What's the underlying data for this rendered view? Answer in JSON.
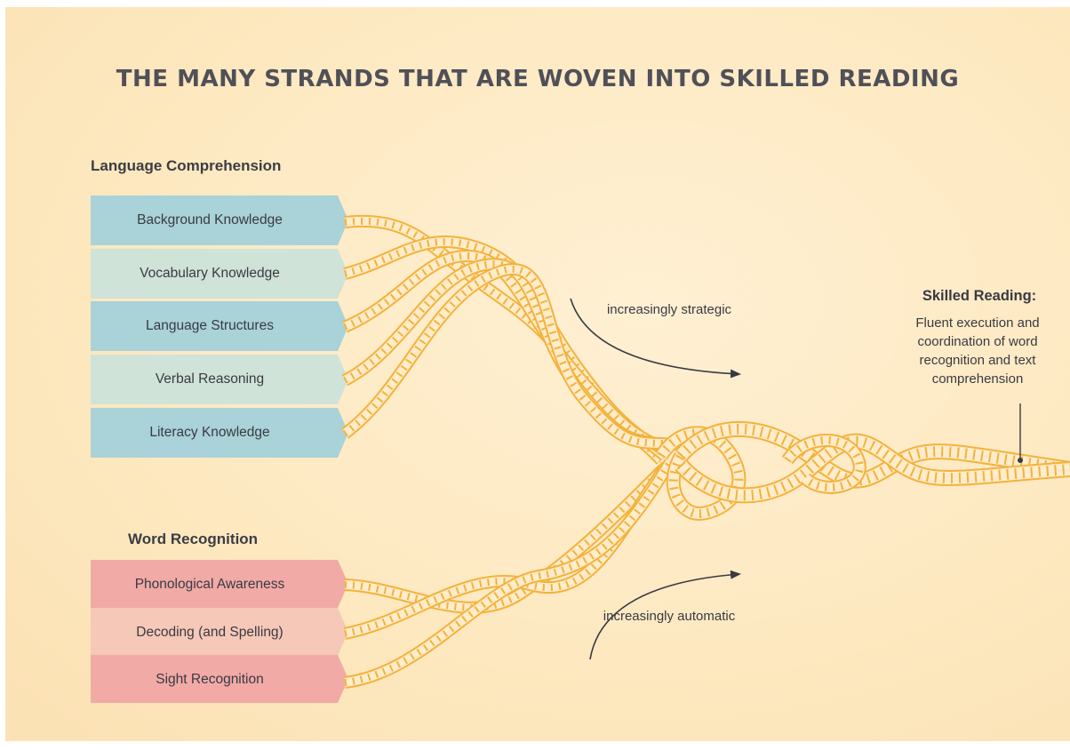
{
  "title": "THE MANY STRANDS THAT ARE WOVEN INTO SKILLED READING",
  "language_comprehension": {
    "heading": "Language Comprehension",
    "items": [
      {
        "label": "Background Knowledge"
      },
      {
        "label": "Vocabulary Knowledge"
      },
      {
        "label": "Language Structures"
      },
      {
        "label": "Verbal Reasoning"
      },
      {
        "label": "Literacy Knowledge"
      }
    ]
  },
  "word_recognition": {
    "heading": "Word Recognition",
    "items": [
      {
        "label": "Phonological Awareness"
      },
      {
        "label": "Decoding (and Spelling)"
      },
      {
        "label": "Sight Recognition"
      }
    ]
  },
  "annotations": {
    "strategic": "increasingly strategic",
    "automatic": "increasingly automatic"
  },
  "skilled_reading": {
    "title": "Skilled Reading:",
    "description": "Fluent execution and coordination of word recognition and text comprehension"
  },
  "colors": {
    "background": "#fde8bf",
    "lc_dark": "#a9d2d9",
    "lc_light": "#cfe3d8",
    "wr_dark": "#f1aaa6",
    "wr_light": "#f6c8b8",
    "rope": "#f3b23c",
    "rope_fill": "#ffeccb",
    "text": "#3a3a42"
  }
}
